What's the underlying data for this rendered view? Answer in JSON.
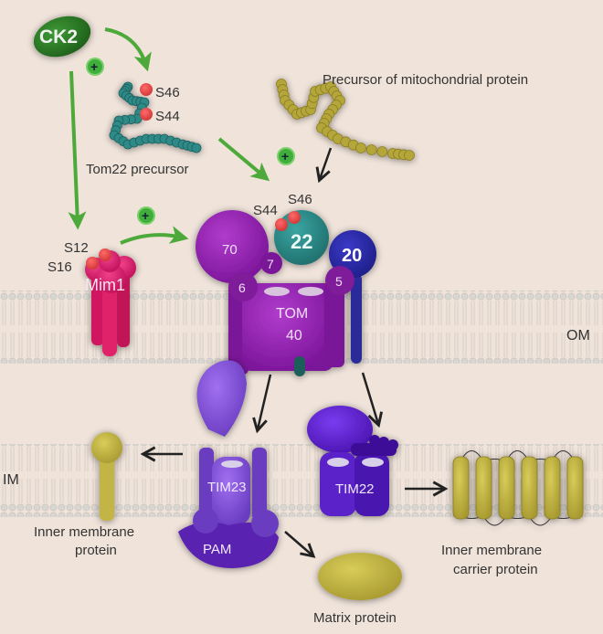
{
  "diagram": {
    "title": "Mitochondrial protein import regulation by CK2",
    "colors": {
      "background": "#efe3da",
      "membrane": "#d6ccc4",
      "ck2": "#2f7a2a",
      "green_arrow": "#4daa3a",
      "plus": "#3fae3a",
      "phospho": "#e04848",
      "tom22": "#2f8a86",
      "tom20": "#2a2aa0",
      "tom_purple": "#8a1aa8",
      "mim1": "#e0206a",
      "tim23": "#8a5ad8",
      "tim22": "#5a20c8",
      "pam": "#5a20b0",
      "substrate": "#c2b444"
    },
    "labels": {
      "ck2": "CK2",
      "tom22_precursor_s46": "S46",
      "tom22_precursor_s44": "S44",
      "tom22_precursor": "Tom22 precursor",
      "precursor_mito": "Precursor of mitochondrial protein",
      "mim1_s12": "S12",
      "mim1_s16": "S16",
      "mim1": "Mim1",
      "tom_s44": "S44",
      "tom_s46": "S46",
      "tom70": "70",
      "tom22": "22",
      "tom20": "20",
      "tom7": "7",
      "tom6": "6",
      "tom5": "5",
      "tom40_line1": "TOM",
      "tom40_line2": "40",
      "om": "OM",
      "im": "IM",
      "tim23": "TIM23",
      "tim22": "TIM22",
      "pam": "PAM",
      "inner_membrane_protein_1": "Inner membrane",
      "inner_membrane_protein_2": "protein",
      "carrier_protein_1": "Inner membrane",
      "carrier_protein_2": "carrier protein",
      "matrix_protein": "Matrix protein",
      "plus": "+"
    }
  }
}
